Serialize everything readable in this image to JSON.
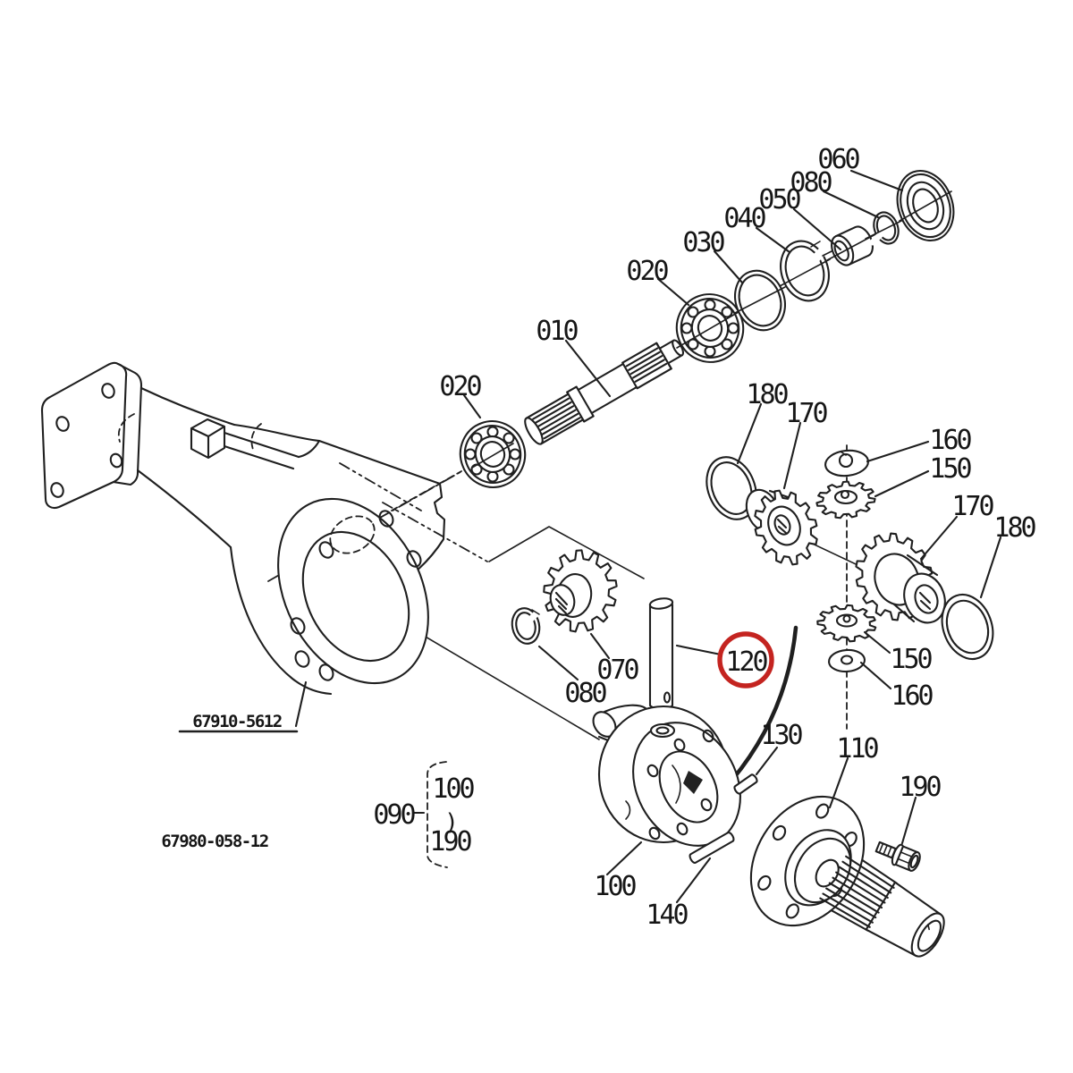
{
  "diagram": {
    "kind": "exploded-parts-diagram",
    "part_labels": [
      {
        "text": "010"
      },
      {
        "text": "020"
      },
      {
        "text": "030"
      },
      {
        "text": "040"
      },
      {
        "text": "050"
      },
      {
        "text": "080"
      },
      {
        "text": "060"
      },
      {
        "text": "020"
      },
      {
        "text": "180"
      },
      {
        "text": "170"
      },
      {
        "text": "160"
      },
      {
        "text": "150"
      },
      {
        "text": "170"
      },
      {
        "text": "180"
      },
      {
        "text": "120"
      },
      {
        "text": "150"
      },
      {
        "text": "160"
      },
      {
        "text": "070"
      },
      {
        "text": "080"
      },
      {
        "text": "130"
      },
      {
        "text": "110"
      },
      {
        "text": "190"
      },
      {
        "text": "100"
      },
      {
        "text": "140"
      },
      {
        "text": "090"
      },
      {
        "text": "100"
      },
      {
        "text": "190"
      }
    ],
    "assembly_codes": [
      {
        "text": "67910-5612"
      },
      {
        "text": "67980-058-12"
      }
    ],
    "range_bracket": {
      "group_label": "090",
      "from": "100",
      "to": "190",
      "symbol": ")"
    },
    "highlighted_label": "120"
  },
  "colors": {
    "line": "#1f1f1f",
    "background": "#ffffff",
    "highlight_circle": "#c42420"
  }
}
